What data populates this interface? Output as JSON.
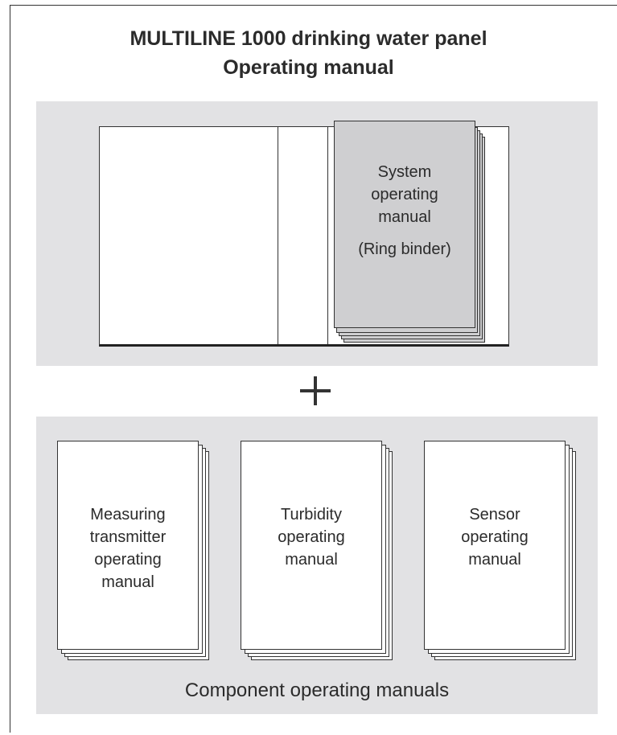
{
  "title": {
    "line1": "MULTILINE 1000 drinking water panel",
    "line2": "Operating manual"
  },
  "system_manual": {
    "line1": "System",
    "line2": "operating",
    "line3": "manual",
    "line4": "(Ring binder)"
  },
  "plus_symbol": "+",
  "component_manuals": [
    {
      "lines": [
        "Measuring",
        "transmitter",
        "operating",
        "manual"
      ]
    },
    {
      "lines": [
        "Turbidity",
        "operating",
        "manual"
      ]
    },
    {
      "lines": [
        "Sensor",
        "operating",
        "manual"
      ]
    }
  ],
  "component_caption": "Component operating manuals",
  "colors": {
    "panel_bg": "#e2e2e4",
    "binder_sheet": "#cfcfd1",
    "text": "#2b2b2b"
  }
}
